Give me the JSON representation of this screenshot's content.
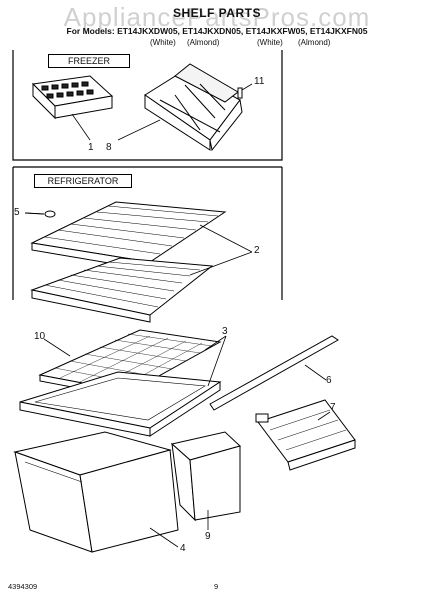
{
  "watermark": "AppliancePartsPros.com",
  "header": {
    "title": "SHELF PARTS",
    "models": "For Models: ET14JKXDW05, ET14JKXDN05, ET14JKXFW05, ET14JKXFN05",
    "colors": [
      "(White)",
      "(Almond)",
      "(White)",
      "(Almond)"
    ]
  },
  "sections": {
    "freezer": "FREEZER",
    "refrigerator": "REFRIGERATOR"
  },
  "callouts": [
    "11",
    "1",
    "8",
    "5",
    "2",
    "10",
    "3",
    "6",
    "7",
    "4",
    "9"
  ],
  "footer": {
    "doc_number": "4394309",
    "page_number": "9"
  }
}
